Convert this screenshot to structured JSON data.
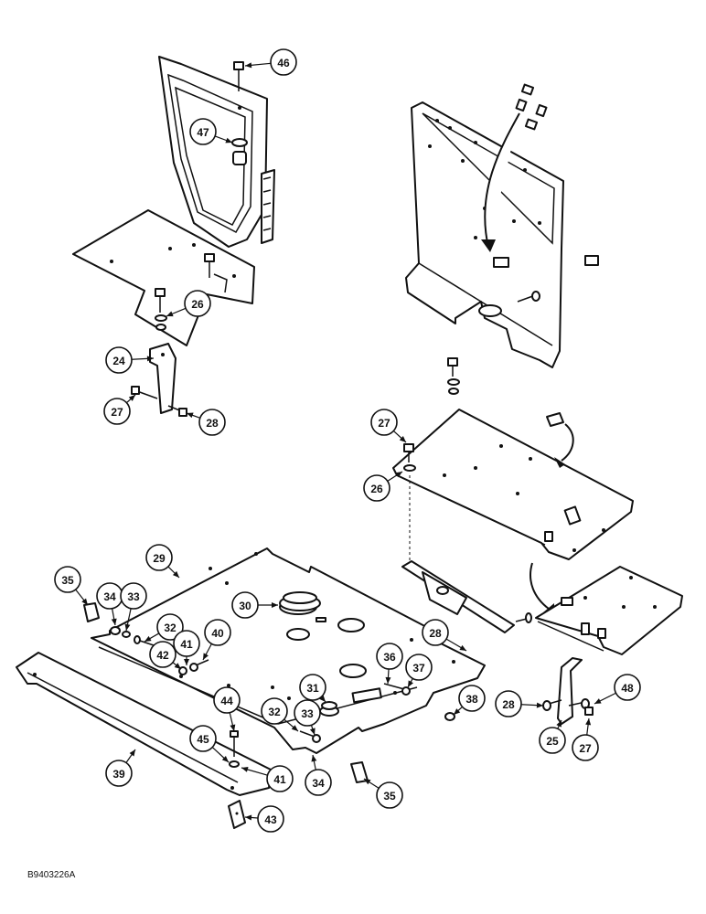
{
  "figure_id": "B9403226A",
  "callouts": [
    {
      "id": "c46",
      "label": "46"
    },
    {
      "id": "c47",
      "label": "47"
    },
    {
      "id": "c26a",
      "label": "26"
    },
    {
      "id": "c24",
      "label": "24"
    },
    {
      "id": "c27a",
      "label": "27"
    },
    {
      "id": "c28a",
      "label": "28"
    },
    {
      "id": "c27b",
      "label": "27"
    },
    {
      "id": "c26b",
      "label": "26"
    },
    {
      "id": "c29",
      "label": "29"
    },
    {
      "id": "c35a",
      "label": "35"
    },
    {
      "id": "c34a",
      "label": "34"
    },
    {
      "id": "c33a",
      "label": "33"
    },
    {
      "id": "c32a",
      "label": "32"
    },
    {
      "id": "c30",
      "label": "30"
    },
    {
      "id": "c41a",
      "label": "41"
    },
    {
      "id": "c40",
      "label": "40"
    },
    {
      "id": "c42",
      "label": "42"
    },
    {
      "id": "c28b",
      "label": "28"
    },
    {
      "id": "c36",
      "label": "36"
    },
    {
      "id": "c37",
      "label": "37"
    },
    {
      "id": "c31",
      "label": "31"
    },
    {
      "id": "c38",
      "label": "38"
    },
    {
      "id": "c44",
      "label": "44"
    },
    {
      "id": "c32b",
      "label": "32"
    },
    {
      "id": "c33b",
      "label": "33"
    },
    {
      "id": "c45",
      "label": "45"
    },
    {
      "id": "c39",
      "label": "39"
    },
    {
      "id": "c41b",
      "label": "41"
    },
    {
      "id": "c34b",
      "label": "34"
    },
    {
      "id": "c35b",
      "label": "35"
    },
    {
      "id": "c43",
      "label": "43"
    },
    {
      "id": "c28c",
      "label": "28"
    },
    {
      "id": "c48",
      "label": "48"
    },
    {
      "id": "c25",
      "label": "25"
    },
    {
      "id": "c27c",
      "label": "27"
    }
  ]
}
